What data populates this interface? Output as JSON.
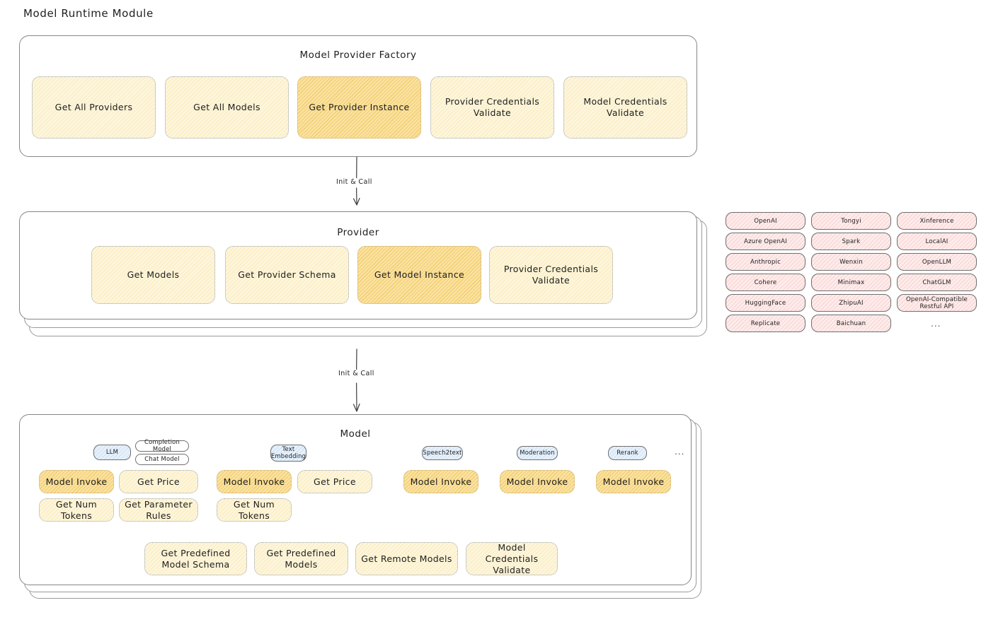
{
  "page": {
    "title": "Model Runtime Module",
    "background_color": "#ffffff",
    "accent_highlight_color": "#fbe2a3",
    "leaf_fill_color": "#fdf5dd",
    "provider_chip_color": "#fdeceb",
    "badge_color": "#e7f1fb"
  },
  "factory": {
    "title": "Model Provider Factory",
    "items": [
      {
        "label": "Get All Providers",
        "highlighted": false
      },
      {
        "label": "Get All Models",
        "highlighted": false
      },
      {
        "label": "Get Provider Instance",
        "highlighted": true
      },
      {
        "label": "Provider Credentials Validate",
        "highlighted": false
      },
      {
        "label": "Model Credentials Validate",
        "highlighted": false
      }
    ]
  },
  "arrows": [
    {
      "label": "Init & Call"
    },
    {
      "label": "Init & Call"
    }
  ],
  "provider": {
    "title": "Provider",
    "items": [
      {
        "label": "Get Models",
        "highlighted": false
      },
      {
        "label": "Get Provider Schema",
        "highlighted": false
      },
      {
        "label": "Get Model Instance",
        "highlighted": true
      },
      {
        "label": "Provider Credentials Validate",
        "highlighted": false
      }
    ]
  },
  "provider_list": {
    "columns": [
      [
        "OpenAI",
        "Azure OpenAI",
        "Anthropic",
        "Cohere",
        "HuggingFace",
        "Replicate"
      ],
      [
        "Tongyi",
        "Spark",
        "Wenxin",
        "Minimax",
        "ZhipuAI",
        "Baichuan"
      ],
      [
        "Xinference",
        "LocalAI",
        "OpenLLM",
        "ChatGLM",
        "OpenAI-Compatible Restful API"
      ]
    ],
    "more": "..."
  },
  "model": {
    "title": "Model",
    "more": "...",
    "groups": [
      {
        "badge": "LLM",
        "subtypes": [
          "Completion Model",
          "Chat Model"
        ],
        "items": [
          {
            "label": "Model Invoke",
            "highlighted": true
          },
          {
            "label": "Get Price",
            "highlighted": false
          },
          {
            "label": "Get Num Tokens",
            "highlighted": false
          },
          {
            "label": "Get Parameter Rules",
            "highlighted": false
          }
        ]
      },
      {
        "badge": "Text Embedding",
        "subtypes": [],
        "items": [
          {
            "label": "Model Invoke",
            "highlighted": true
          },
          {
            "label": "Get Price",
            "highlighted": false
          },
          {
            "label": "Get Num Tokens",
            "highlighted": false
          }
        ]
      },
      {
        "badge": "Speech2text",
        "subtypes": [],
        "items": [
          {
            "label": "Model Invoke",
            "highlighted": true
          }
        ]
      },
      {
        "badge": "Moderation",
        "subtypes": [],
        "items": [
          {
            "label": "Model Invoke",
            "highlighted": true
          }
        ]
      },
      {
        "badge": "Rerank",
        "subtypes": [],
        "items": [
          {
            "label": "Model Invoke",
            "highlighted": true
          }
        ]
      }
    ],
    "common_items": [
      {
        "label": "Get Predefined Model Schema"
      },
      {
        "label": "Get Predefined Models"
      },
      {
        "label": "Get Remote Models"
      },
      {
        "label": "Model Credentials Validate"
      }
    ]
  }
}
